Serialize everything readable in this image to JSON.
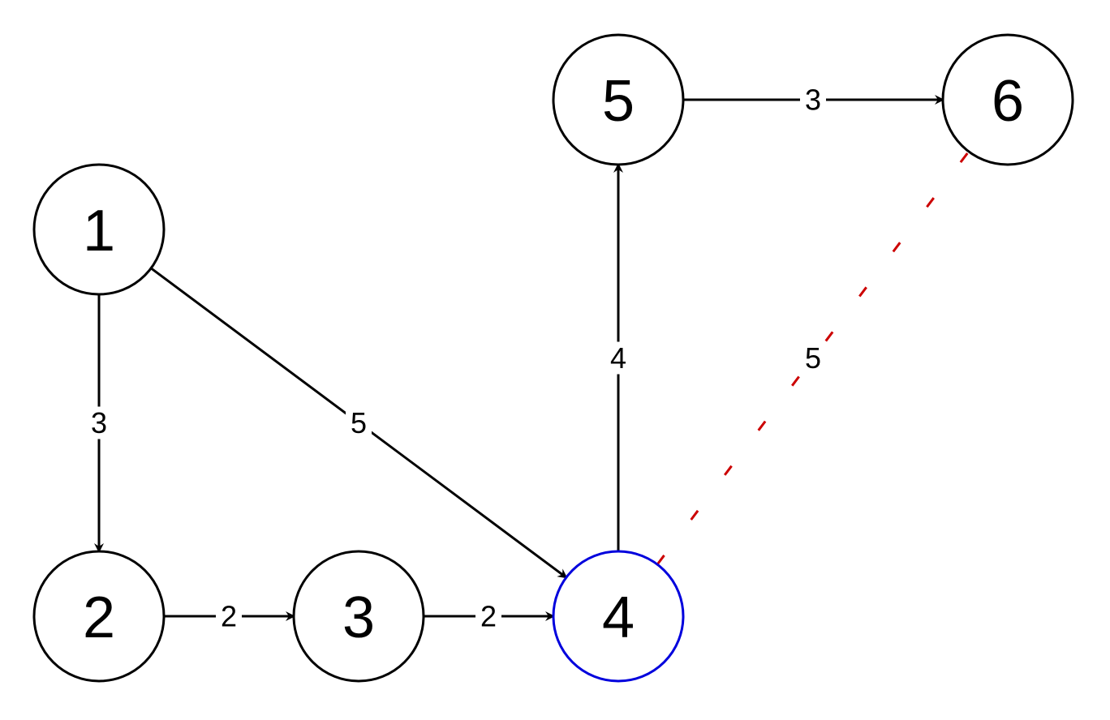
{
  "colors": {
    "default_stroke": "#000000",
    "highlight_node": "#0000dd",
    "highlight_edge": "#cc0000"
  },
  "nodes": [
    {
      "id": "1",
      "label": "1",
      "highlighted": false
    },
    {
      "id": "2",
      "label": "2",
      "highlighted": false
    },
    {
      "id": "3",
      "label": "3",
      "highlighted": false
    },
    {
      "id": "4",
      "label": "4",
      "highlighted": true
    },
    {
      "id": "5",
      "label": "5",
      "highlighted": false
    },
    {
      "id": "6",
      "label": "6",
      "highlighted": false
    }
  ],
  "edges": [
    {
      "from": "1",
      "to": "2",
      "weight": "3",
      "directed": true,
      "style": "solid"
    },
    {
      "from": "1",
      "to": "4",
      "weight": "5",
      "directed": true,
      "style": "solid"
    },
    {
      "from": "2",
      "to": "3",
      "weight": "2",
      "directed": true,
      "style": "solid"
    },
    {
      "from": "3",
      "to": "4",
      "weight": "2",
      "directed": true,
      "style": "solid"
    },
    {
      "from": "4",
      "to": "5",
      "weight": "4",
      "directed": true,
      "style": "solid"
    },
    {
      "from": "5",
      "to": "6",
      "weight": "3",
      "directed": true,
      "style": "solid"
    },
    {
      "from": "4",
      "to": "6",
      "weight": "5",
      "directed": false,
      "style": "dotted-highlight"
    }
  ]
}
